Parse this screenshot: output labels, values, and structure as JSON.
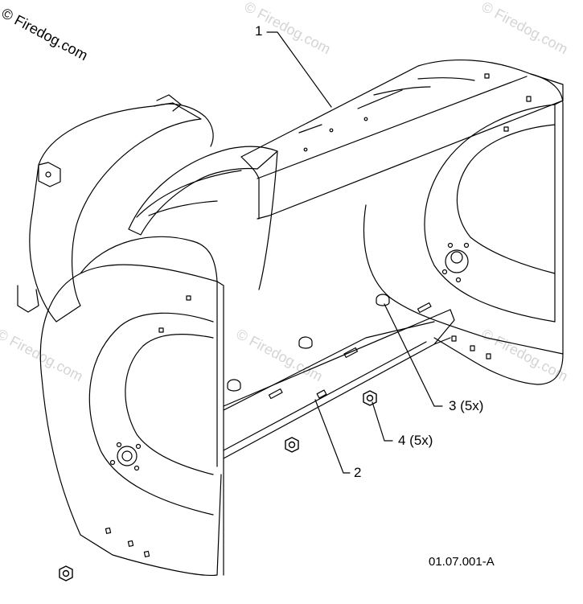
{
  "copyright": "© Firedog.com",
  "watermark": "© Firedog.com",
  "document_number": "01.07.001-A",
  "callouts": {
    "c1": "1",
    "c2": "2",
    "c3": "3 (5x)",
    "c4": "4 (5x)"
  },
  "colors": {
    "line": "#000000",
    "watermark": "#d4d4d4",
    "background": "#ffffff"
  }
}
